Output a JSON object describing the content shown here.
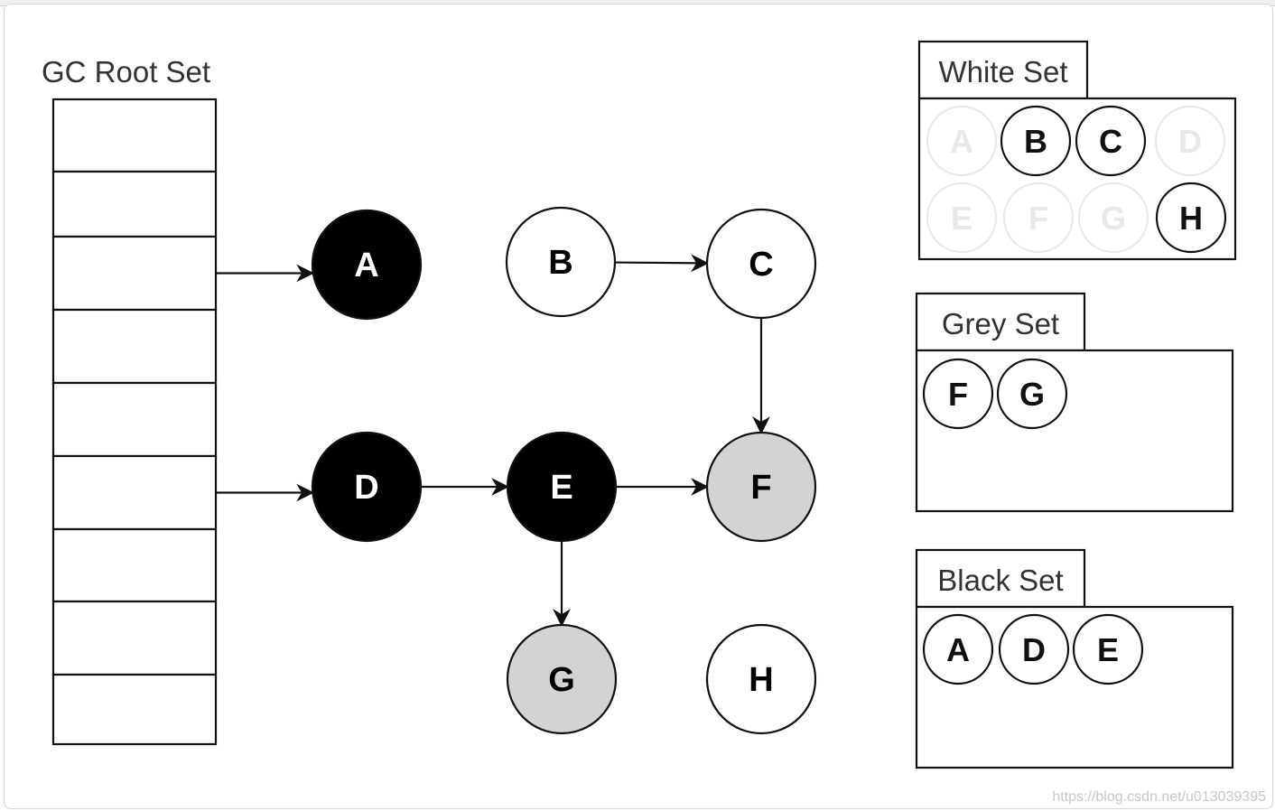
{
  "roots": {
    "title": "GC Root Set",
    "slot_count": 9
  },
  "nodes": [
    {
      "id": "A",
      "label": "A",
      "color": "black"
    },
    {
      "id": "B",
      "label": "B",
      "color": "white"
    },
    {
      "id": "C",
      "label": "C",
      "color": "white"
    },
    {
      "id": "D",
      "label": "D",
      "color": "black"
    },
    {
      "id": "E",
      "label": "E",
      "color": "black"
    },
    {
      "id": "F",
      "label": "F",
      "color": "grey"
    },
    {
      "id": "G",
      "label": "G",
      "color": "grey"
    },
    {
      "id": "H",
      "label": "H",
      "color": "white"
    }
  ],
  "edges": [
    {
      "from": "root-slot-3",
      "to": "A"
    },
    {
      "from": "root-slot-6",
      "to": "D"
    },
    {
      "from": "B",
      "to": "C"
    },
    {
      "from": "C",
      "to": "F"
    },
    {
      "from": "D",
      "to": "E"
    },
    {
      "from": "E",
      "to": "F"
    },
    {
      "from": "E",
      "to": "G"
    }
  ],
  "sets": [
    {
      "id": "white",
      "title": "White Set",
      "items": [
        {
          "label": "A",
          "faded": true
        },
        {
          "label": "B",
          "faded": false
        },
        {
          "label": "C",
          "faded": false
        },
        {
          "label": "D",
          "faded": true
        },
        {
          "label": "E",
          "faded": true
        },
        {
          "label": "F",
          "faded": true
        },
        {
          "label": "G",
          "faded": true
        },
        {
          "label": "H",
          "faded": false
        }
      ]
    },
    {
      "id": "grey",
      "title": "Grey Set",
      "items": [
        {
          "label": "F",
          "faded": false
        },
        {
          "label": "G",
          "faded": false
        }
      ]
    },
    {
      "id": "black",
      "title": "Black Set",
      "items": [
        {
          "label": "A",
          "faded": false
        },
        {
          "label": "D",
          "faded": false
        },
        {
          "label": "E",
          "faded": false
        }
      ]
    }
  ],
  "colors": {
    "black": "#000000",
    "white": "#ffffff",
    "grey": "#d3d3d3",
    "stroke": "#111111",
    "faded": "#e8e8e8"
  },
  "watermark": "https://blog.csdn.net/u013039395"
}
